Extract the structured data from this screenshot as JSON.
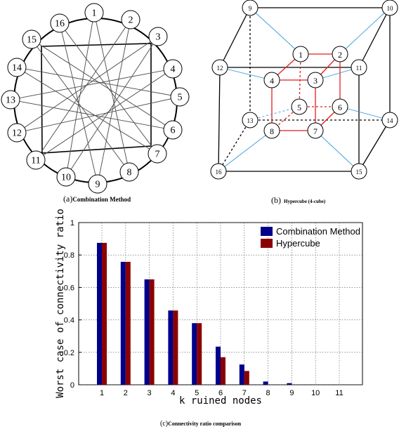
{
  "panel_a": {
    "nodes": [
      "1",
      "2",
      "3",
      "4",
      "5",
      "6",
      "7",
      "8",
      "9",
      "10",
      "11",
      "12",
      "13",
      "14",
      "15",
      "16"
    ],
    "caption_letter": "(a)",
    "caption_text": "Combination Method"
  },
  "panel_b": {
    "nodes": [
      "1",
      "2",
      "3",
      "4",
      "5",
      "6",
      "7",
      "8",
      "9",
      "10",
      "11",
      "12",
      "13",
      "14",
      "15",
      "16"
    ],
    "caption_letter": "(b)",
    "caption_text": "Hypercube (4-cube)",
    "colors": {
      "inner_cube": "#e02020",
      "outer_cube": "#000000",
      "connector": "#3399dd"
    }
  },
  "panel_c": {
    "caption_letter": "(c)",
    "caption_text": "Connectivity ratio comparison"
  },
  "chart_data": {
    "type": "bar",
    "xlabel": "k ruined nodes",
    "ylabel": "Worst case of connectivity ratio",
    "categories": [
      "1",
      "2",
      "3",
      "4",
      "5",
      "6",
      "7",
      "8",
      "9",
      "10",
      "11"
    ],
    "series": [
      {
        "name": "Combination Method",
        "color": "#00008b",
        "values": [
          0.875,
          0.758,
          0.65,
          0.458,
          0.38,
          0.235,
          0.125,
          0.02,
          0.01,
          0,
          0
        ]
      },
      {
        "name": "Hypercube",
        "color": "#8b0000",
        "values": [
          0.875,
          0.758,
          0.65,
          0.458,
          0.38,
          0.17,
          0.085,
          0,
          0,
          0,
          0
        ]
      }
    ],
    "ylim": [
      0,
      1
    ],
    "yticks": [
      "0",
      "0.2",
      "0.4",
      "0.6",
      "0.8",
      "1"
    ],
    "grid": true,
    "legend": "top-right"
  }
}
